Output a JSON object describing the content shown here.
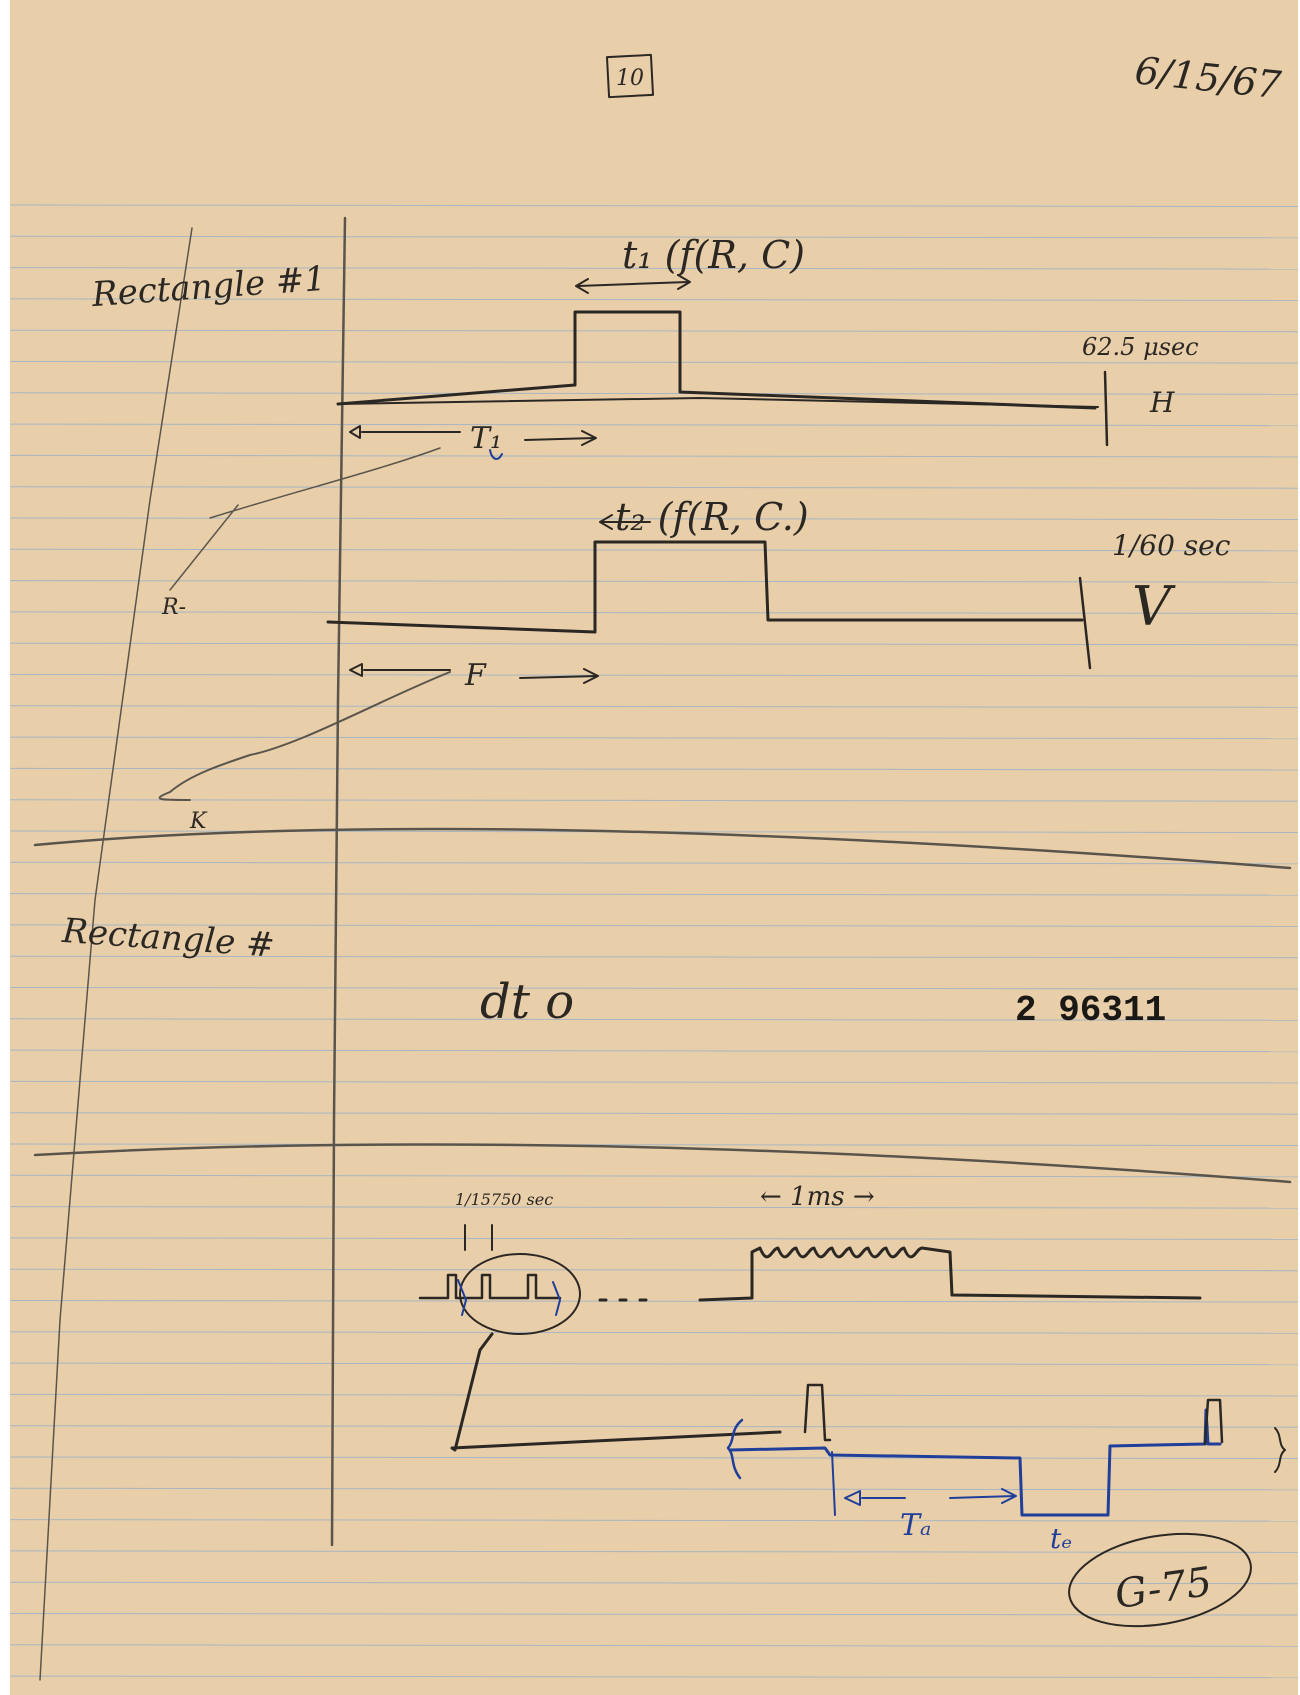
{
  "page": {
    "page_number": "10",
    "date": "6/15/67",
    "section1_label": "Rectangle #1",
    "section2_label": "Rectangle #",
    "stamp_number": "2 96311",
    "record_id": "G-75",
    "dt_note": "dt o"
  },
  "diagram1": {
    "pulse_label": "t₁ (f(R, C)",
    "period_label": "62.5 μsec",
    "signal_name": "H",
    "delay_label": "T₁"
  },
  "diagram2": {
    "pulse_label": "t₂ (f(R, C.)",
    "period_label": "1/60 sec",
    "signal_name": "V",
    "delay_label": "F",
    "r_label": "R-",
    "k_label": "K"
  },
  "diagram3": {
    "period_label": "1/15750 sec",
    "burst_label": "← 1ms →",
    "delay_label": "Tₐ",
    "width_label": "tₑ"
  },
  "colors": {
    "paper": "#e9ceaa",
    "rule": "#a7b6c0",
    "margin": "#7a756c",
    "ink": "#2b2824",
    "blue_ink": "#1f3f9a"
  }
}
